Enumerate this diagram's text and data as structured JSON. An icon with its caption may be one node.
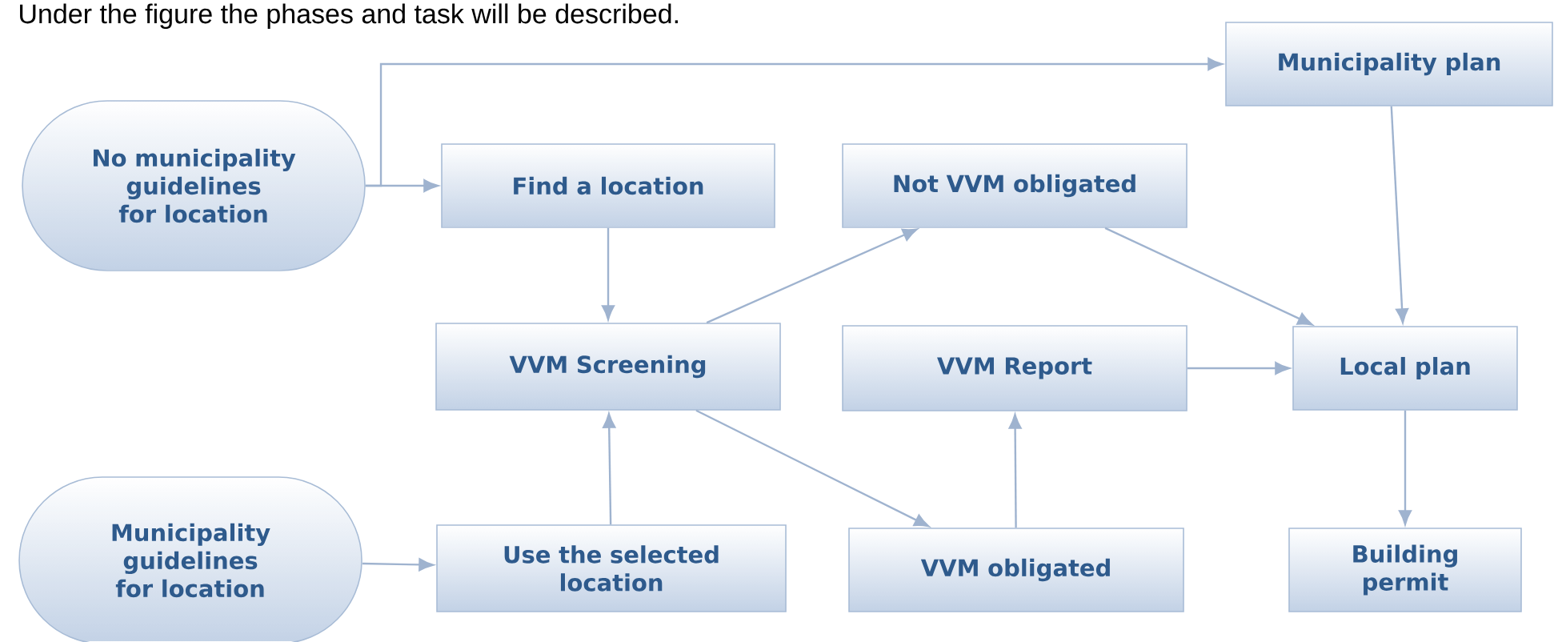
{
  "diagram": {
    "nodes": [
      {
        "text": [
          "No municipality guidelines for location"
        ]
      },
      {
        "text": [
          "Find a location"
        ]
      },
      {
        "text": [
          "Municipality plan"
        ]
      },
      {
        "text": [
          "Not VVM obligated"
        ]
      },
      {
        "text": [
          "VVM Screening"
        ]
      },
      {
        "text": [
          "VVM Report"
        ]
      },
      {
        "text": [
          "Local plan"
        ]
      },
      {
        "text": [
          "Municipality guidelines for location"
        ]
      },
      {
        "text": [
          "Use the selected location"
        ]
      },
      {
        "text": [
          "VVM obligated"
        ]
      },
      {
        "text": [
          "Building permit"
        ]
      }
    ],
    "edges": [
      {
        "from": 0,
        "to": 1,
        "arrow": "to"
      },
      {
        "from": 0,
        "to": 2,
        "arrow": "to"
      },
      {
        "from": 1,
        "to": 4,
        "arrow": "to"
      },
      {
        "from": 4,
        "to": 3,
        "arrow": "to"
      },
      {
        "from": 4,
        "to": 9,
        "arrow": "to"
      },
      {
        "from": 9,
        "to": 5,
        "arrow": "to"
      },
      {
        "from": 5,
        "to": 6,
        "arrow": "to"
      },
      {
        "from": 3,
        "to": 6,
        "arrow": "to"
      },
      {
        "from": 2,
        "to": 6,
        "arrow": "to"
      },
      {
        "from": 6,
        "to": 10,
        "arrow": "to"
      },
      {
        "from": 7,
        "to": 8,
        "arrow": "to"
      },
      {
        "from": 8,
        "to": 4,
        "arrow": "to"
      }
    ],
    "labels": [
      "Under the figure the phases and task will be described."
    ]
  }
}
